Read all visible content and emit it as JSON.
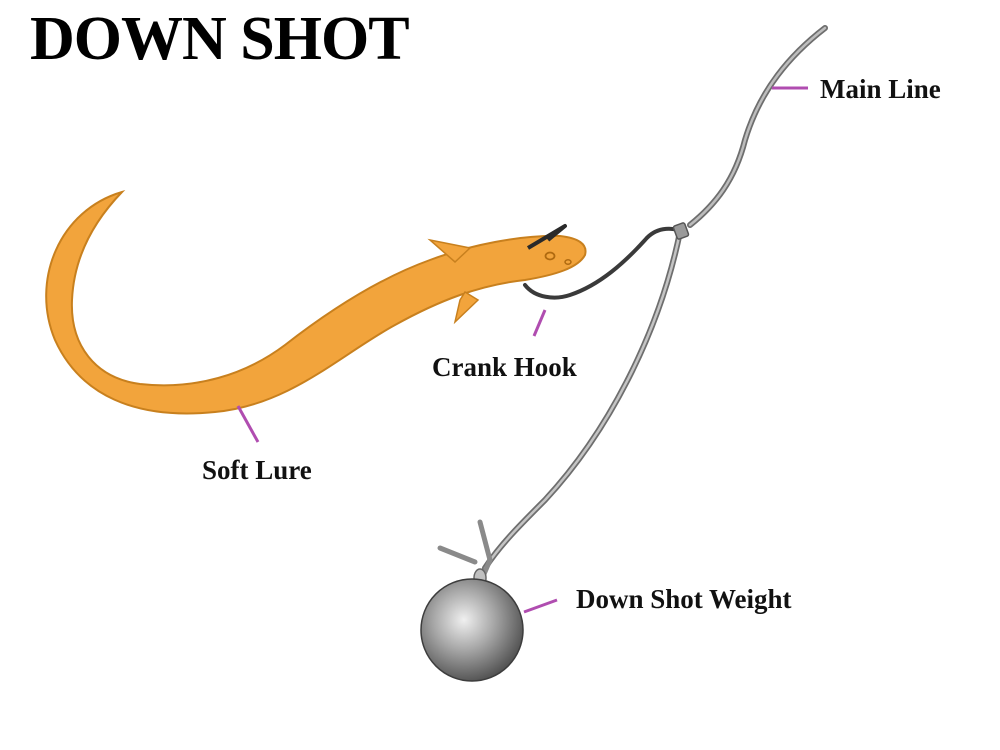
{
  "title": "DOWN SHOT",
  "labels": {
    "main_line": "Main Line",
    "crank_hook": "Crank Hook",
    "soft_lure": "Soft Lure",
    "down_shot_weight": "Down Shot Weight"
  },
  "colors": {
    "lure_fill": "#F2A43C",
    "lure_edge": "#C8801E",
    "line": "#8A8A8A",
    "hook": "#3A3A3A",
    "leader": "#B04DB0",
    "weight_light": "#F0F0F0",
    "weight_dark": "#4A4A4A",
    "background": "#FFFFFF"
  }
}
